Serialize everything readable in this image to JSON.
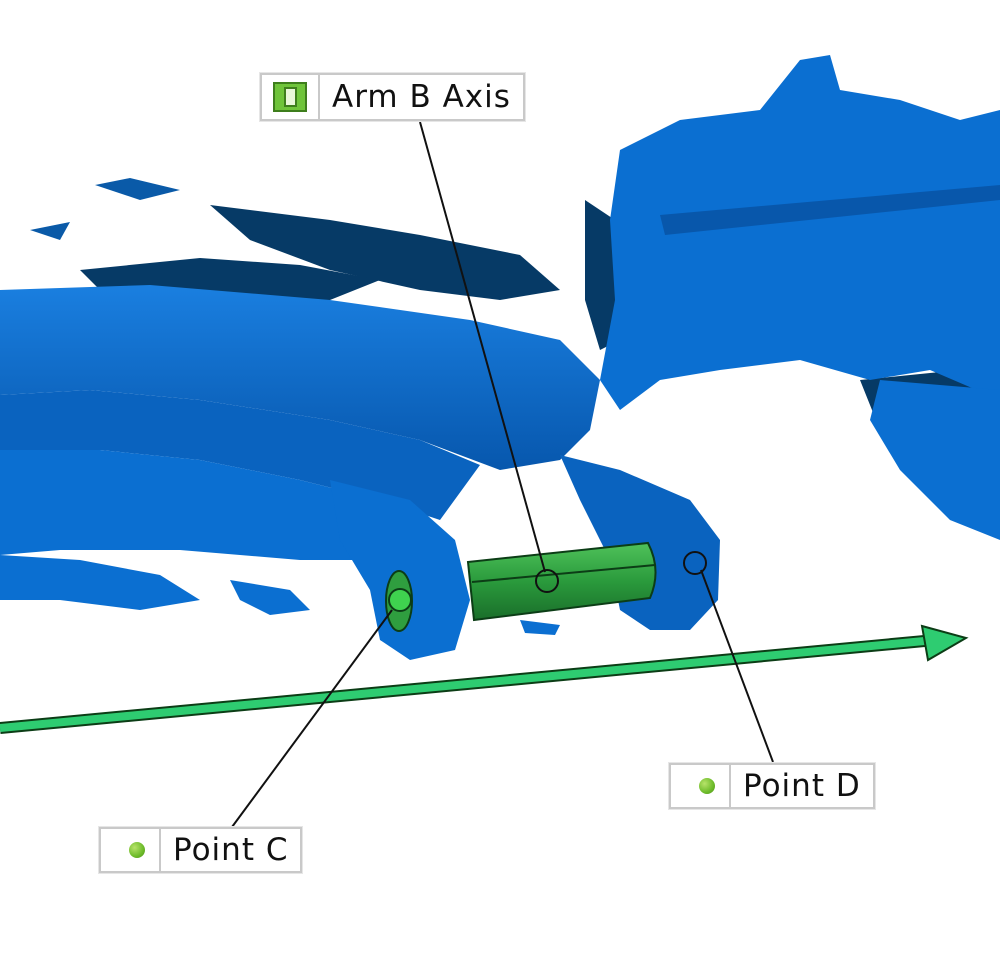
{
  "labels": {
    "arm_axis": {
      "text": "Arm B Axis",
      "icon": "axis-icon"
    },
    "point_c": {
      "text": "Point C",
      "icon": "point-dot-icon"
    },
    "point_d": {
      "text": "Point D",
      "icon": "point-dot-icon"
    }
  },
  "colors": {
    "scan_blue": "#0b6fd1",
    "scan_dark": "#063a66",
    "axis_green": "#2ecc71",
    "cylinder_green": "#2f9e3f",
    "leader_line": "#111111"
  }
}
